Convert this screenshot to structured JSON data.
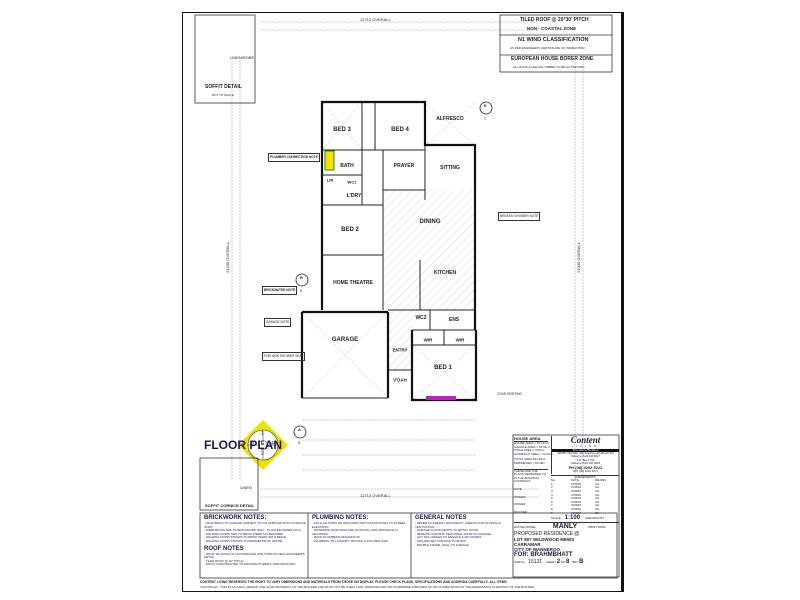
{
  "header_notes": {
    "roof": "TILED ROOF @ 20°30' PITCH",
    "coastal": "NON - COASTAL ZONE",
    "wind": "N1 WIND CLASSIFICATION",
    "wind_sub": "AS PER ENGINEER'S CERTIFICATE OF INSPECTION",
    "borer": "EUROPEAN HOUSE BORER ZONE",
    "borer_sub": "ALL ROOF & CEILING TIMBER TO BE H2 TREATED"
  },
  "dimensions": {
    "top_overall": "12710 OVERALL",
    "bottom_overall": "12710 OVERALL",
    "left_overall": "21030 OVERALL",
    "right_overall": "21030 OVERALL"
  },
  "soffit_detail": {
    "title": "SOFFIT DETAIL",
    "sub": "NOT TO SCALE",
    "linen": "LINEN/ROBE"
  },
  "soffit_cornice": {
    "title": "SOFFIT CORNICE DETAIL",
    "linen": "LINEN"
  },
  "rooms": {
    "bed3": "BED 3",
    "bed4": "BED 4",
    "bath": "BATH",
    "ldry": "L'DRY",
    "lin": "LIN",
    "wc1": "WC1",
    "prayer": "PRAYER",
    "sitting": "SITTING",
    "alfresco": "ALFRESCO",
    "dining": "DINING",
    "bed2": "BED 2",
    "home_theatre": "HOME THEATRE",
    "kitchen": "KITCHEN",
    "wc2": "WC2",
    "ens": "ENS",
    "wir1": "WIR",
    "wir2": "WIR",
    "bed1": "BED 1",
    "garage": "GARAGE",
    "entry": "ENTRY",
    "verandah": "V'DAH"
  },
  "callouts": {
    "plumber": "PLUMBER CONNECTION NOTE",
    "brickwater": "BRICKWATER NOTE",
    "garage_note": "GARAGE NOTE",
    "ne_window": "FOR NEW SHOWER SEAL",
    "cornice": "COVE SKIRTING",
    "bushfire": "BROKEN SHOWER NOTE"
  },
  "floor_plan_title": "FLOOR PLAN",
  "compass": {
    "top": "1",
    "left": "3",
    "center": "E",
    "right": "4",
    "bottom": "2"
  },
  "section_markers": {
    "e7": "E",
    "e7n": "7",
    "b6": "B",
    "b6n": "6",
    "a5": "A",
    "a5n": "5"
  },
  "notes": {
    "brickwork": {
      "title": "BRICKWORK NOTES:",
      "lines": [
        "- FACE BRICK TO GARAGE SUBJECT TO ON SAMPLES WITH CONCAVE JOINT",
        "- DIMENSIONS ARE TO BRICKWORK ONLY - PLASTER ADDED 10mm",
        "- HOLDING DOWN TIES TO BRICK PIERS AS REQUIRED",
        "- HOLDING DOWN STRAPS TO BRICK PIERS WITH RESIN",
        "- HOLDING DOWN STRAPS TO PERIMETER OF HOUSE"
      ]
    },
    "roof": {
      "title": "ROOF NOTES",
      "lines": [
        "- ROOF TIE DOWN IN ACCORDANCE WITH STRUCTURAL ENGINEER'S DETAIL",
        "- TILED ROOF @ 20° PITCH",
        "- ROOF CONSTRUCTED TO MANUFACTURER'S SPECIFICATION"
      ]
    },
    "plumbing": {
      "title": "PLUMBING NOTES:",
      "lines": [
        "- 100 FLUE PIPES OR DIFFUSER VENTILATION PIPES TO STREET ELEVATION",
        "- DOWNPIPE POSITIONS ARE NOTIONAL AND INDIVIDUALLY ADJUSTED",
        "- ROOF PLUMBER'S DISCRETION",
        "- PLUMBING TO LAUNDRY TROUGH & KITCHEN SINK"
      ]
    },
    "general": {
      "title": "GENERAL NOTES",
      "lines": [
        "- REFER TO ENERGY EFFICIENCY SHEETS FOR GLAZING & VENTILATION",
        "- GARAGE FLOOR DROPS TO ENTRY DOOR",
        "- REMOTE CONTROL SECTIONAL DOOR TO GARAGE",
        "- LIFT OFF HINGES TO ENSUITE & WC DOORS",
        "- SQUARE SET CORNICE TO ENTRY",
        "- DOUBLE FRAME, WALL TO GARAGE"
      ]
    }
  },
  "footer": {
    "line1": "CONTENT LIVING RESERVES THE RIGHT TO VARY DIMENSIONS AND MATERIALS FROM THOSE ON DISPLAY. PLEASE CHECK PLANS, SPECIFICATIONS AND ADDENDA CAREFULLY. ALL ITEMS",
    "line2": "COPYRIGHT - THIS PLAN SHALL REMAIN THE SOLE PROPERTY OF THE BUILDER AND MUST NOT BE USED, LENT, REPRODUCED OR OTHERWISE DISPOSED OF OR COPIED WITHOUT THE PERMISSION IN WRITING OF THE BUILDER"
  },
  "title_block": {
    "house_area_title": "HOUSE AREA",
    "house_area_lines": [
      "HOUSE AREA = 151.91m²",
      "GARAGE AREA = 36.51m²",
      "V'DAH AREA = 3.05m²",
      "ALFRESCO AREA = 13.02m²"
    ],
    "total_lines": [
      "TOTAL AREA 204.49m²",
      "PERIMETER = 55.38m"
    ],
    "brand": "Content",
    "brand_sub": "LIVING",
    "tagline": "The Home Builders",
    "address_lines": [
      "ADMIN OFFICE: 368 Scarborough Beach Rd",
      "Osborne Park WA 6017",
      "P.O. Box 1704",
      "Osborne Park WA 6916"
    ],
    "phone": "PH (08) 9202 5222",
    "fax": "FAX (08) 9202 5272",
    "contract_text": "THESE ARE THE PLANS REFERRED TO IN THE BUILDING CONTRACT",
    "date_label": "DATE",
    "owner1_label": "OWNER",
    "owner2_label": "OWNER",
    "builder_label": "BUILDER",
    "amend_title": "AMENDMENTS",
    "amend_headers": [
      "No.",
      "DATE",
      "DRAWN"
    ],
    "amend_rows": [
      [
        "1",
        "270810",
        "CH"
      ],
      [
        "2",
        "270810",
        "CH"
      ],
      [
        "3",
        "270810",
        "CH"
      ],
      [
        "4",
        "270810",
        "CH"
      ],
      [
        "5",
        "270810",
        "CH"
      ],
      [
        "6",
        "270810",
        "CH"
      ],
      [
        "7",
        "270810",
        "CH"
      ],
      [
        "8",
        "270810",
        "CH"
      ],
      [
        "9",
        "270810",
        "CH"
      ]
    ],
    "scale_label": "SCALE",
    "scale": "1:100",
    "checked_label": "CHECKED BY",
    "house_model_label": "HOUSE MODEL",
    "house_model": "MANLY",
    "print_label": "PRINT DATE",
    "proposed": "PROPOSED RESIDENCE @",
    "lot": "LOT 807 WILDWOOD MEWS",
    "suburb": "CARRAMAR",
    "city": "CITY OF WANNEROO",
    "client": "FOR: BRAHMBHATT",
    "job_label": "JOB No.",
    "job": "15131",
    "sheet_label": "SHEET",
    "sheet": "2",
    "sheet_of": "OF",
    "sheet_total": "8",
    "rev_label": "REV",
    "rev": "B"
  }
}
